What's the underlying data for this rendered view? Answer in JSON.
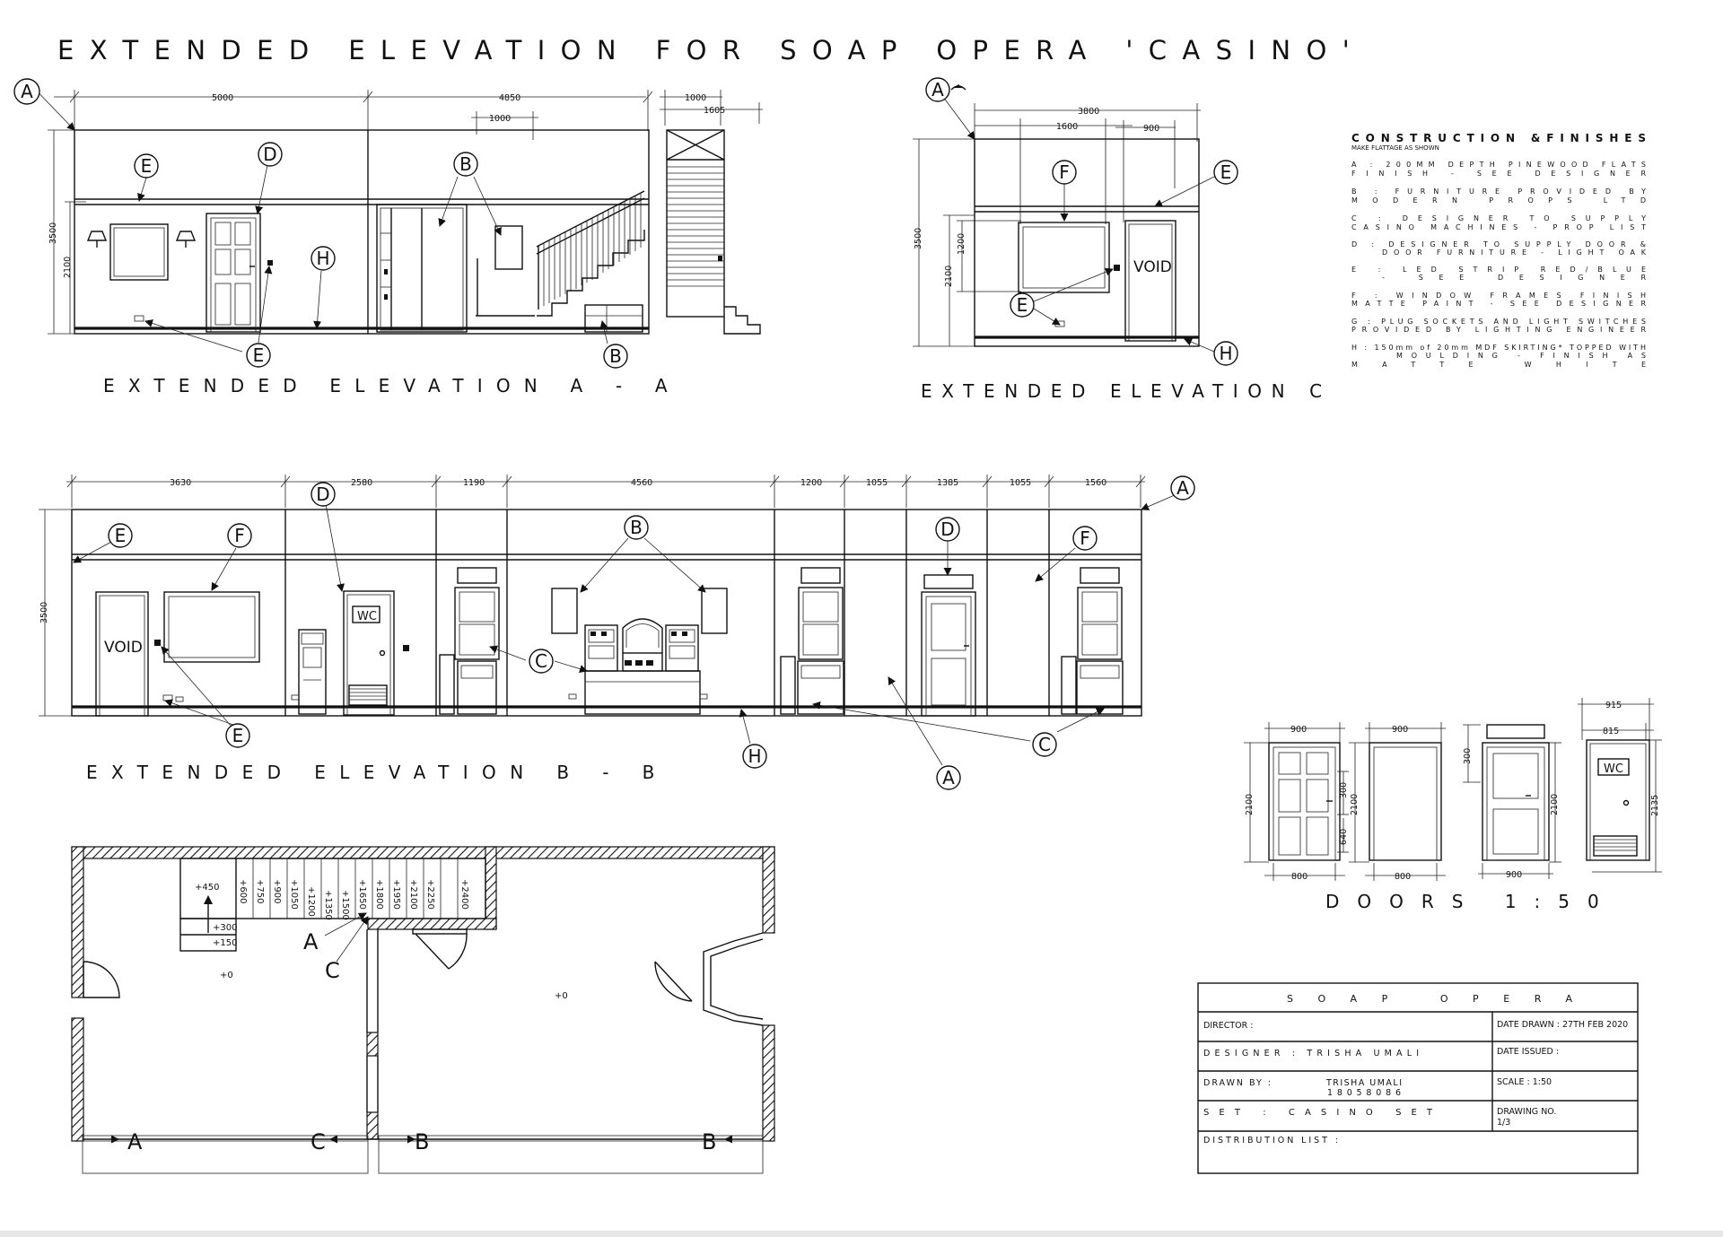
{
  "title": "EXTENDED ELEVATION FOR SOAP OPERA 'CASINO'",
  "elevations": {
    "aa": {
      "label": "EXTENDED ELEVATION A - A",
      "dims_top": [
        "5000",
        "4850",
        "1000",
        "1605"
      ],
      "dims_sub": "1000",
      "dims_side": [
        "3500",
        "2100"
      ]
    },
    "c": {
      "label": "EXTENDED ELEVATION C",
      "dims_top": [
        "3800",
        "1600",
        "900"
      ],
      "dims_side": [
        "3500",
        "2100",
        "1200"
      ],
      "void_label": "VOID"
    },
    "bb": {
      "label": "EXTENDED ELEVATION B - B",
      "dims_top": [
        "3630",
        "2580",
        "1190",
        "4560",
        "1200",
        "1055",
        "1385",
        "1055",
        "1560"
      ],
      "dims_side": [
        "3500"
      ],
      "void_label": "VOID",
      "wc_label": "WC"
    }
  },
  "tags": {
    "a": "A",
    "b": "B",
    "c": "C",
    "d": "D",
    "e": "E",
    "f": "F",
    "h": "H"
  },
  "notes": {
    "heading": "CONSTRUCTION &FINISHES",
    "subheading": "MAKE FLATTAGE AS SHOWN",
    "items": [
      [
        "A : 200MM DEPTH PINEWOOD FLATS",
        "FINISH - SEE DESIGNER"
      ],
      [
        "B : FURNITURE PROVIDED BY",
        "MODERN PROPS LTD"
      ],
      [
        "C : DESIGNER TO SUPPLY",
        "CASINO MACHINES - PROP LIST"
      ],
      [
        "D : DESIGNER TO SUPPLY DOOR &",
        "DOOR FURNITURE - LIGHT OAK"
      ],
      [
        "E : LED STRIP RED/BLUE",
        "- SEE DESIGNER"
      ],
      [
        "F : WINDOW FRAMES FINISH",
        "MATTE PAINT - SEE DESIGNER"
      ],
      [
        "G : PLUG SOCKETS AND LIGHT SWITCHES",
        "PROVIDED BY LIGHTING ENGINEER"
      ],
      [
        "H : 150mm of 20mm MDF SKIRTING* TOPPED WITH",
        "MOULDING - FINISH AS",
        "MATTE WHITE"
      ]
    ]
  },
  "doors": {
    "label": "DOORS 1:50",
    "d1": {
      "width_top": "900",
      "width_bottom": "800",
      "height": "2100",
      "panel_top": "300",
      "panel_bottom": "640"
    },
    "d2": {
      "width_top": "900",
      "width_bottom": "800",
      "height": "2100"
    },
    "d3": {
      "width_bottom": "900",
      "height": "2100",
      "transom": "300"
    },
    "d4": {
      "width_top": "915",
      "width_mid": "815",
      "height": "2135",
      "wc_label": "WC"
    }
  },
  "plan": {
    "stair_levels": [
      "+450",
      "+600",
      "+750",
      "+900",
      "+1050",
      "+1200",
      "+1350",
      "+1500",
      "+1650",
      "+1800",
      "+1950",
      "+2100",
      "+2250",
      "+2400"
    ],
    "landing_levels": [
      "+300",
      "+150"
    ],
    "floor_left": "+0",
    "floor_right": "+0",
    "section_a_left": "A",
    "section_c_left": "C",
    "section_b_left": "B",
    "section_b_right": "B",
    "stair_tag_a": "A",
    "stair_tag_c": "C"
  },
  "title_block": {
    "production": "SOAP OPERA",
    "director_label": "DIRECTOR :",
    "director_value": "",
    "date_drawn": "DATE DRAWN : 27TH FEB 2020",
    "designer": "DESIGNER : TRISHA UMALI",
    "date_issued": "DATE ISSUED :",
    "drawn_by_label": "DRAWN BY :",
    "drawn_by_name": "TRISHA UMALI",
    "drawn_by_id": "18058086",
    "scale": "SCALE : 1:50",
    "set": "SET : CASINO SET",
    "drawing_no_label": "DRAWING NO.",
    "drawing_no_value": "1/3",
    "distribution": "DISTRIBUTION LIST :"
  }
}
